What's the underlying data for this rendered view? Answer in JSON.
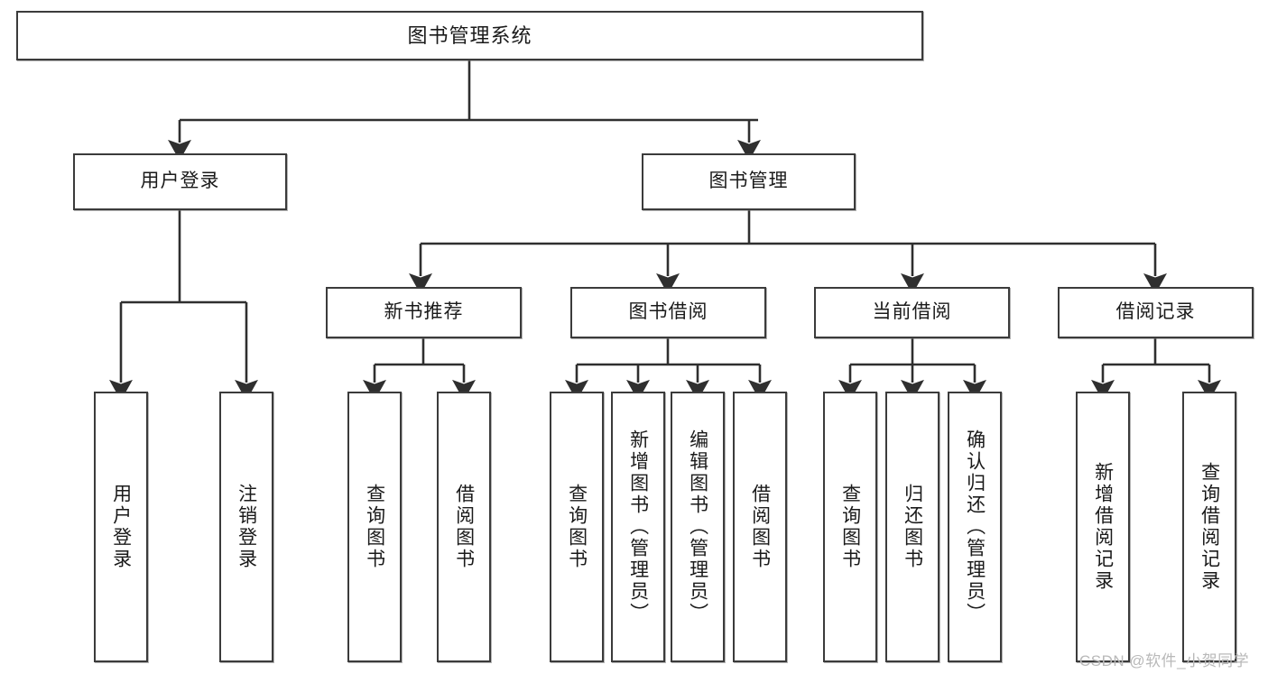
{
  "diagram": {
    "title": "图书管理系统",
    "type": "tree-hierarchy-chart",
    "orientation": "top-down",
    "colors": {
      "box_border": "#3b3b3b",
      "box_fill": "#ffffff",
      "edge": "#2f2f2f",
      "text": "#1a1a1a",
      "watermark": "#b9b9b9"
    }
  },
  "nodes": {
    "root": {
      "label": "图书管理系统"
    },
    "level1": [
      {
        "id": "user-login",
        "label": "用户登录"
      },
      {
        "id": "book-management",
        "label": "图书管理"
      }
    ],
    "level2": [
      {
        "id": "new-book-recommend",
        "label": "新书推荐"
      },
      {
        "id": "book-borrow",
        "label": "图书借阅"
      },
      {
        "id": "current-borrow",
        "label": "当前借阅"
      },
      {
        "id": "borrow-record",
        "label": "借阅记录"
      }
    ],
    "leaves": {
      "user_login": [
        {
          "id": "leaf-user-login",
          "label": "用户登录"
        },
        {
          "id": "leaf-logout-login",
          "label": "注销登录"
        }
      ],
      "new_book_recommend": [
        {
          "id": "leaf-query-book-1",
          "label": "查询图书"
        },
        {
          "id": "leaf-borrow-book-1",
          "label": "借阅图书"
        }
      ],
      "book_borrow": [
        {
          "id": "leaf-query-book-2",
          "label": "查询图书"
        },
        {
          "id": "leaf-add-book",
          "label": "新增图书（管理员）"
        },
        {
          "id": "leaf-edit-book",
          "label": "编辑图书（管理员）"
        },
        {
          "id": "leaf-borrow-book-2",
          "label": "借阅图书"
        }
      ],
      "current_borrow": [
        {
          "id": "leaf-query-book-3",
          "label": "查询图书"
        },
        {
          "id": "leaf-return-book",
          "label": "归还图书"
        },
        {
          "id": "leaf-confirm-return",
          "label": "确认归还（管理员）"
        }
      ],
      "borrow_record": [
        {
          "id": "leaf-add-record",
          "label": "新增借阅记录"
        },
        {
          "id": "leaf-query-record",
          "label": "查询借阅记录"
        }
      ]
    }
  },
  "watermark": {
    "text": "CSDN @软件_小贺同学"
  }
}
